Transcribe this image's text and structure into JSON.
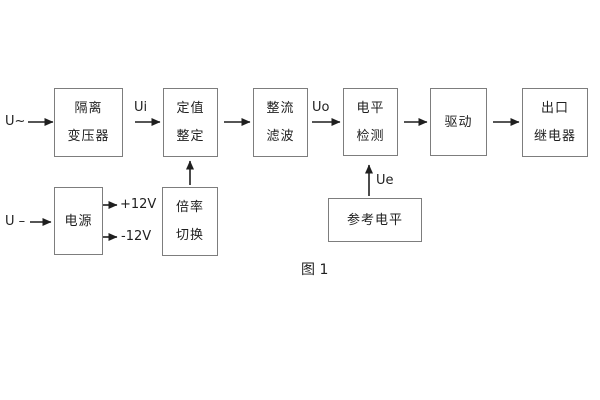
{
  "diagram": {
    "caption": "图 1",
    "inputs": {
      "ac": "U~",
      "dc": "U –"
    },
    "signals": {
      "ui": "Ui",
      "uo": "Uo",
      "ue": "Ue"
    },
    "power_rails": {
      "positive": "+12V",
      "negative": "-12V"
    },
    "blocks": {
      "isolation": {
        "line1": "隔离",
        "line2": "变压器"
      },
      "setting": {
        "line1": "定值",
        "line2": "整定"
      },
      "rectify": {
        "line1": "整流",
        "line2": "滤波"
      },
      "level": {
        "line1": "电平",
        "line2": "检测"
      },
      "drive": {
        "line1": "驱动"
      },
      "relay": {
        "line1": "出口",
        "line2": "继电器"
      },
      "power": {
        "line1": "电源"
      },
      "ratio": {
        "line1": "倍率",
        "line2": "切换"
      },
      "reference": {
        "line1": "参考电平"
      }
    },
    "colors": {
      "background": "#ffffff",
      "box_border": "#7d7d7d",
      "text": "#1f1f1f",
      "line": "#1f1f1f"
    }
  }
}
